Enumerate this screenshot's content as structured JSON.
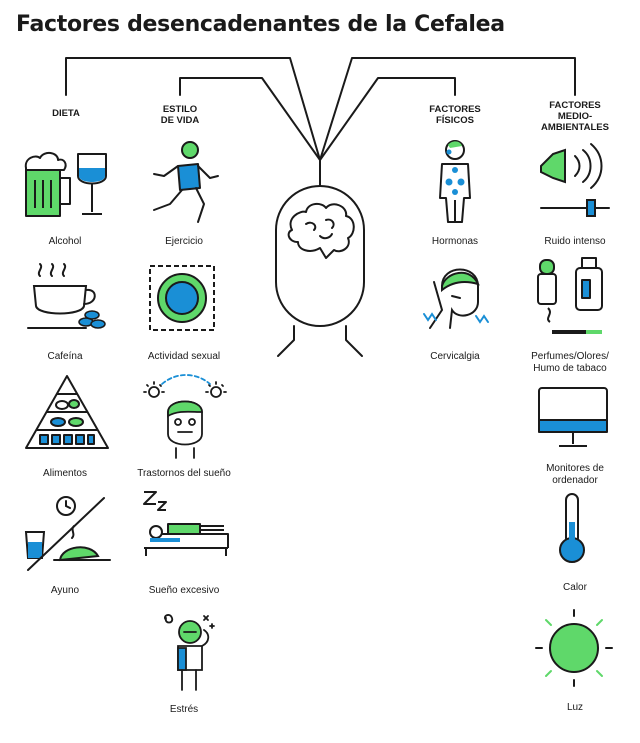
{
  "title": "Factores desencadenantes de la Cefalea",
  "categories": {
    "dieta": "DIETA",
    "estilo_l1": "ESTILO",
    "estilo_l2": "DE VIDA",
    "fisicos_l1": "FACTORES",
    "fisicos_l2": "FÍSICOS",
    "medio_l1": "FACTORES",
    "medio_l2": "MEDIO-",
    "medio_l3": "AMBIENTALES"
  },
  "dieta": [
    "Alcohol",
    "Cafeína",
    "Alimentos",
    "Ayuno"
  ],
  "estilo": [
    "Ejercicio",
    "Actividad sexual",
    "Trastornos del sueño",
    "Sueño excesivo",
    "Estrés"
  ],
  "fisicos": [
    "Hormonas",
    "Cervicalgia"
  ],
  "medio": {
    "ruido": "Ruido intenso",
    "perfumes_l1": "Perfumes/Olores/",
    "perfumes_l2": "Humo de tabaco",
    "monitores_l1": "Monitores de",
    "monitores_l2": "ordenador",
    "calor": "Calor",
    "luz": "Luz"
  },
  "colors": {
    "green": "#5fd86a",
    "blue": "#1a8fd6",
    "stroke": "#1a1a1a"
  }
}
